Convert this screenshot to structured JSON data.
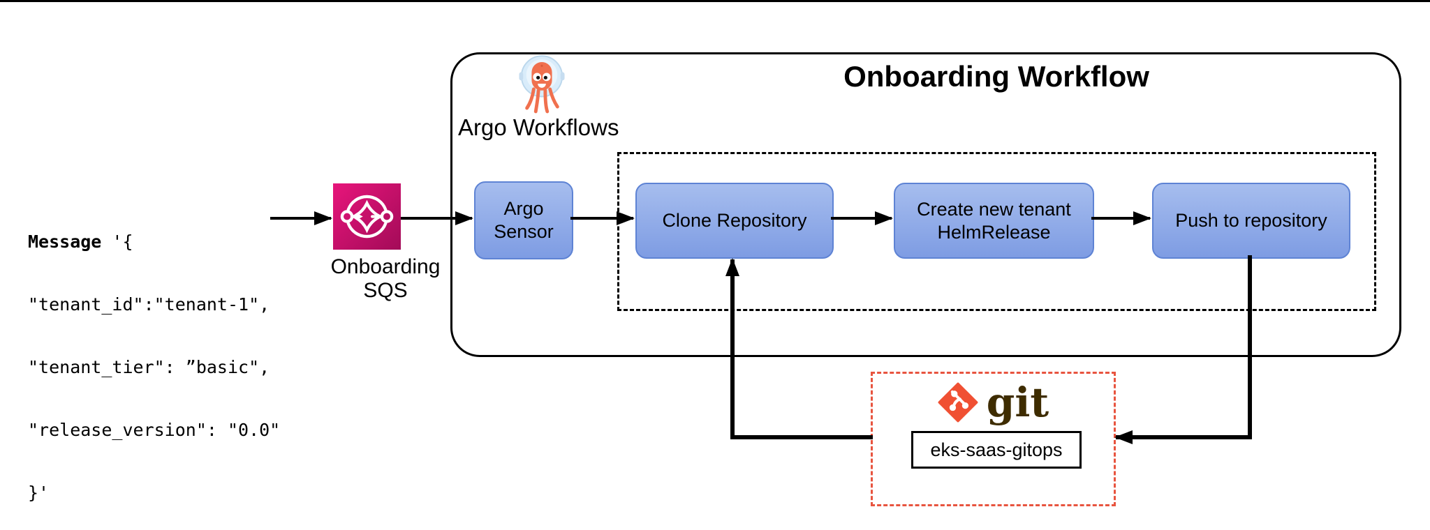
{
  "colors": {
    "aws-pink-light": "#E7157B",
    "aws-pink-dark": "#A30B58",
    "box-blue-top": "#A6BDEE",
    "box-blue-bottom": "#7E9CE3",
    "box-border": "#5E83D4",
    "dashed-orange": "#E8543F",
    "git-orange": "#F05033",
    "git-text": "#3E2C00",
    "argo-orange": "#F0704E",
    "argo-bubble": "#D9ECFA"
  },
  "message": {
    "keyword": "Message",
    "line1_rest": " '{",
    "lines": [
      "\"tenant_id\":\"tenant-1\",",
      "\"tenant_tier\": ”basic\",",
      "\"release_version\": \"0.0\"",
      "}'"
    ]
  },
  "sqs": {
    "label": "Onboarding\nSQS"
  },
  "workflow": {
    "title": "Onboarding Workflow",
    "argo_label": "Argo Workflows",
    "steps": [
      {
        "label": "Argo\nSensor"
      },
      {
        "label": "Clone Repository"
      },
      {
        "label": "Create new tenant\nHelmRelease"
      },
      {
        "label": "Push to repository"
      }
    ]
  },
  "git": {
    "wordmark": "git",
    "repo_label": "eks-saas-gitops"
  }
}
